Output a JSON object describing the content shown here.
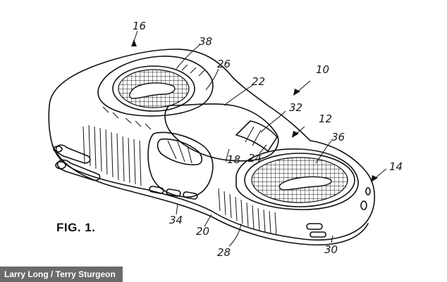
{
  "figure": {
    "label": "FIG. 1.",
    "credit": "Larry Long / Terry Sturgeon",
    "reference_numerals": [
      {
        "id": "n16",
        "text": "16"
      },
      {
        "id": "n38",
        "text": "38"
      },
      {
        "id": "n26",
        "text": "26"
      },
      {
        "id": "n22",
        "text": "22"
      },
      {
        "id": "n10",
        "text": "10"
      },
      {
        "id": "n32",
        "text": "32"
      },
      {
        "id": "n12",
        "text": "12"
      },
      {
        "id": "n36",
        "text": "36"
      },
      {
        "id": "n18",
        "text": "18"
      },
      {
        "id": "n24",
        "text": "24"
      },
      {
        "id": "n14",
        "text": "14"
      },
      {
        "id": "n34",
        "text": "34"
      },
      {
        "id": "n20",
        "text": "20"
      },
      {
        "id": "n28",
        "text": "28"
      },
      {
        "id": "n30",
        "text": "30"
      }
    ]
  }
}
